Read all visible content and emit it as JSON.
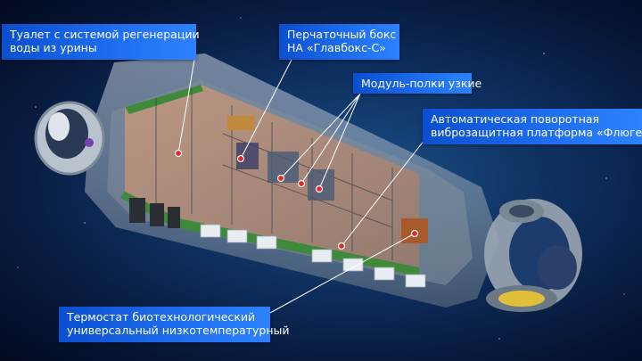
{
  "labels": {
    "toilet": [
      "Туалет с системой регенерации",
      "воды из урины"
    ],
    "glovebox": [
      "Перчаточный бокс",
      "НА «Главбокс-С»"
    ],
    "shelves": [
      "Модуль-полки узкие"
    ],
    "platform": [
      "Автоматическая поворотная",
      "виброзащитная платформа «Флюгер»"
    ],
    "thermostat": [
      "Термостат биотехнологический",
      "универсальный низкотемпературный"
    ]
  },
  "colors": {
    "label_bg": "#1f6ff0",
    "marker": "#e3262e",
    "background": "#0d2d5c"
  }
}
